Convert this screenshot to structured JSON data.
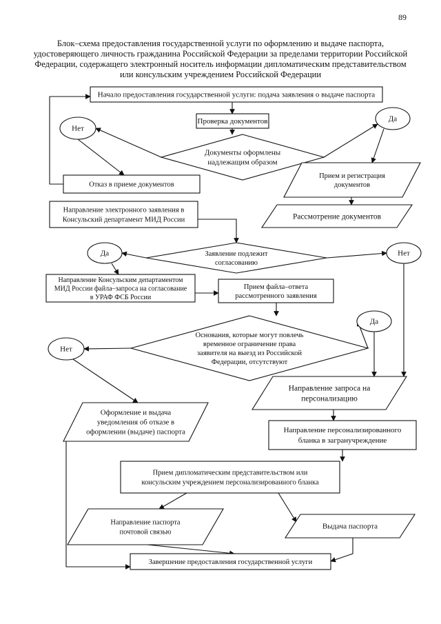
{
  "page_number": "89",
  "title": [
    "Блок–схема предоставления государственной услуги по оформлению и выдаче паспорта,",
    "удостоверяющего личность гражданина Российской Федерации за пределами территории Российской",
    "Федерации, содержащего электронный носитель информации дипломатическим представительством",
    "или консульским учреждением Российской Федерации"
  ],
  "nodes": {
    "start": [
      "Начало предоставления государственной услуги: подача заявления о выдаче паспорта"
    ],
    "check_docs": [
      "Проверка документов"
    ],
    "decision_docs": [
      "Документы оформлены",
      "надлежащим образом"
    ],
    "no_1": [
      "Нет"
    ],
    "yes_1": [
      "Да"
    ],
    "refusal": [
      "Отказ в приеме документов"
    ],
    "receive_register": [
      "Прием и регистрация",
      "документов"
    ],
    "send_electronic": [
      "Направление электронного заявления в",
      "Консульский департамент МИД России"
    ],
    "review_docs": [
      "Рассмотрение документов"
    ],
    "decision_approval": [
      "Заявление подлежит",
      "согласованию"
    ],
    "yes_2": [
      "Да"
    ],
    "no_2": [
      "Нет"
    ],
    "request_file": [
      "Направление Консульским департаментом",
      "МИД России файла–запроса на согласование",
      "в УРАФ ФСБ России"
    ],
    "receive_response": [
      "Прием файла–ответа",
      "рассмотренного заявления"
    ],
    "decision_grounds": [
      "Основания, которые могут повлечь",
      "временное ограничение права",
      "заявителя на выезд из Российской",
      "Федерации, отсутствуют"
    ],
    "yes_3": [
      "Да"
    ],
    "no_3": [
      "Нет"
    ],
    "personalization_request": [
      "Направление запроса на",
      "персонализацию"
    ],
    "refusal_notice": [
      "Оформление и выдача",
      "уведомления об отказе в",
      "оформлении (выдаче) паспорта"
    ],
    "send_blank": [
      "Направление персонализированного",
      "бланка в загранучреждение"
    ],
    "receive_blank": [
      "Прием дипломатическим представительством или",
      "консульским учреждением персонализированного бланка"
    ],
    "send_by_post": [
      "Направление паспорта",
      "почтовой связью"
    ],
    "issue_passport": [
      "Выдача паспорта"
    ],
    "end": [
      "Завершение предоставления государственной услуги"
    ]
  }
}
